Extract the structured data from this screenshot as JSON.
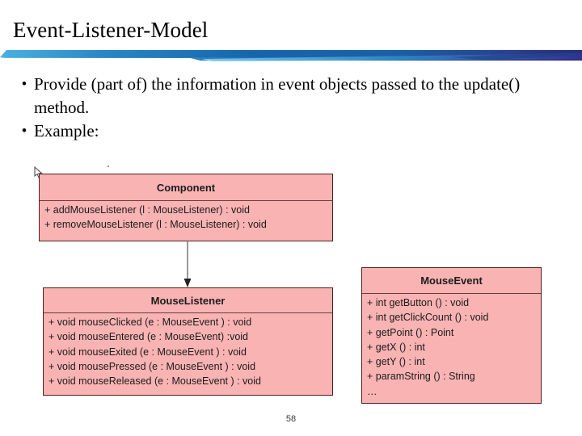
{
  "slide": {
    "title": "Event-Listener-Model",
    "page_number": "58",
    "bullet_marker": "•"
  },
  "theme": {
    "band_color_start": "#3aa5d9",
    "band_color_mid": "#1766ae",
    "band_color_end": "#2b2580",
    "uml_fill": "#f9b3b3",
    "uml_border": "#4a2020",
    "uml_divider": "#6b3b3b",
    "text_color": "#000000"
  },
  "bullets": [
    {
      "text": "Provide (part of) the information in event objects passed to the update() method."
    },
    {
      "text": "Example:"
    }
  ],
  "diagram": {
    "type": "uml-class-diagram",
    "connector": {
      "name": "dependency-arrow",
      "from": "Component",
      "to": "MouseListener",
      "style": "solid-line-filled-arrowhead"
    },
    "classes": [
      {
        "id": "component",
        "name": "Component",
        "members": [
          "+ addMouseListener (l : MouseListener) : void",
          "+ removeMouseListener (l : MouseListener) : void"
        ]
      },
      {
        "id": "mouselistener",
        "name": "MouseListener",
        "members": [
          "+ void mouseClicked (e : MouseEvent ) : void",
          "+ void mouseEntered (e : MouseEvent) :void",
          "+ void mouseExited (e : MouseEvent ) : void",
          "+ void mousePressed (e : MouseEvent ) : void",
          "+ void mouseReleased (e : MouseEvent ) : void"
        ]
      },
      {
        "id": "mouseevent",
        "name": "MouseEvent",
        "members": [
          "+ int getButton () : void",
          "+ int getClickCount () : void",
          "+ getPoint () : Point",
          "+ getX () : int",
          "+ getY () : int",
          "+ paramString () : String",
          "…"
        ]
      }
    ]
  }
}
